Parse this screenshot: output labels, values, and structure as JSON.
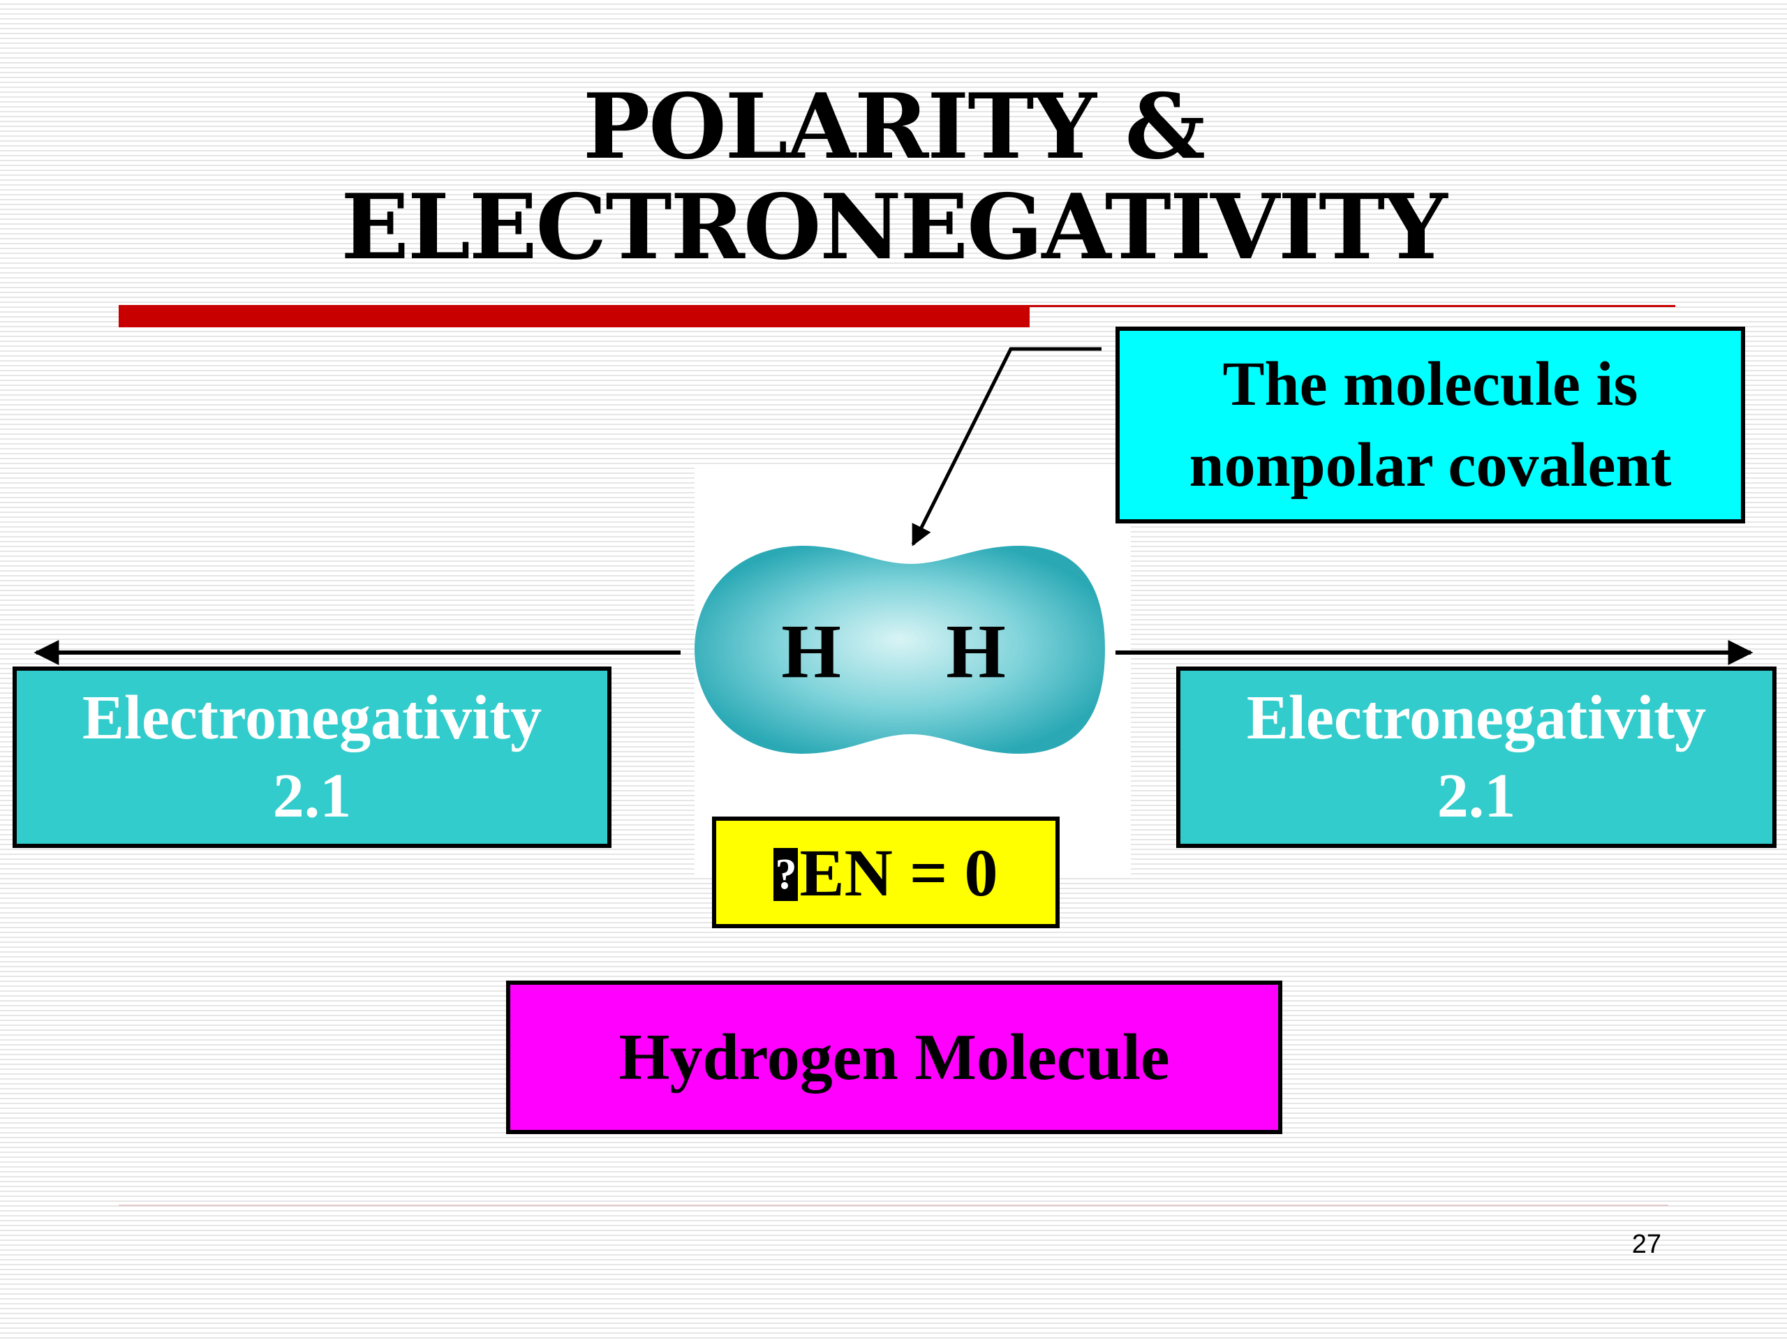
{
  "title": {
    "line1": "POLARITY &",
    "line2": "ELECTRONEGATIVITY"
  },
  "callout": {
    "line1": "The molecule is",
    "line2": "nonpolar covalent"
  },
  "molecule": {
    "atom_left": "H",
    "atom_right": "H"
  },
  "electronegativity_left": {
    "label": "Electronegativity",
    "value": "2.1"
  },
  "electronegativity_right": {
    "label": "Electronegativity",
    "value": "2.1"
  },
  "delta_en": {
    "symbol": "?",
    "text": "EN = 0"
  },
  "molecule_name": "Hydrogen Molecule",
  "page_number": "27",
  "colors": {
    "accent_red": "#c80000",
    "callout_fill": "#00ffff",
    "en_box_fill": "#33cccc",
    "delta_fill": "#ffff00",
    "name_fill": "#ff00ff",
    "molecule_edge": "#2aa9b5",
    "molecule_center": "#d9f4f5"
  }
}
